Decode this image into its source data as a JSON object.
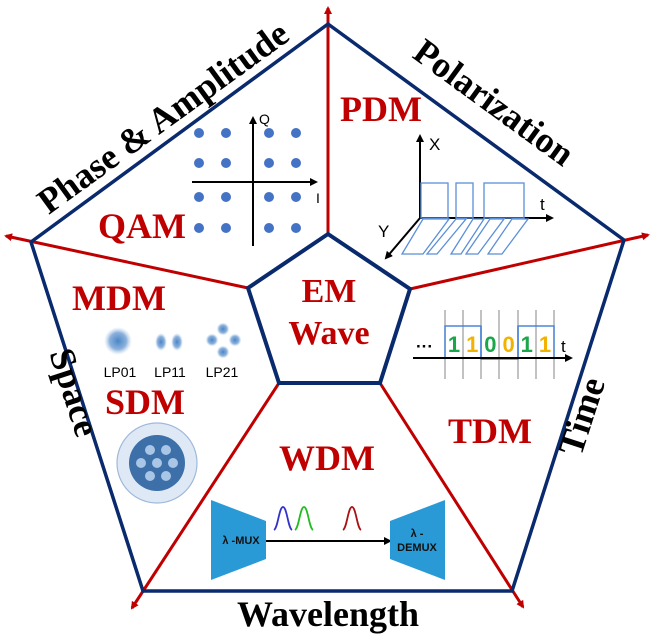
{
  "colors": {
    "outline_blue": "#0a2a6e",
    "spoke_red": "#c00000",
    "label_black": "#000000",
    "tech_red": "#c00000",
    "dot_blue": "#4472c4",
    "pulse_blue": "#5b8fd8",
    "bit_green": "#1aa64a",
    "bit_orange": "#f2b200",
    "box_blue": "#2a9ad6",
    "grid_gray": "#999999"
  },
  "center": {
    "line1": "EM",
    "line2": "Wave"
  },
  "dimensions": {
    "phase_amplitude": "Phase & Amplitude",
    "polarization": "Polarization",
    "time": "Time",
    "wavelength": "Wavelength",
    "space": "Space"
  },
  "techniques": {
    "qam": "QAM",
    "pdm": "PDM",
    "tdm": "TDM",
    "wdm": "WDM",
    "mdm": "MDM",
    "sdm": "SDM"
  },
  "qam_constellation": {
    "axis_q": "Q",
    "axis_i": "I",
    "grid": "4x4"
  },
  "pdm_plot": {
    "axis_x": "X",
    "axis_y": "Y",
    "axis_t": "t"
  },
  "tdm_bits": {
    "prefix": "···",
    "bits": [
      "1",
      "1",
      "0",
      "0",
      "1",
      "1"
    ],
    "bit_colors": [
      "green",
      "orange",
      "green",
      "orange",
      "green",
      "orange"
    ],
    "axis_t": "t"
  },
  "mdm_modes": [
    "LP01",
    "LP11",
    "LP21"
  ],
  "wdm": {
    "mux_label": "λ -MUX",
    "demux_line1": "λ -",
    "demux_line2": "DEMUX",
    "channel_colors": [
      "#3333cc",
      "#22bb22",
      "#aa1111"
    ]
  }
}
